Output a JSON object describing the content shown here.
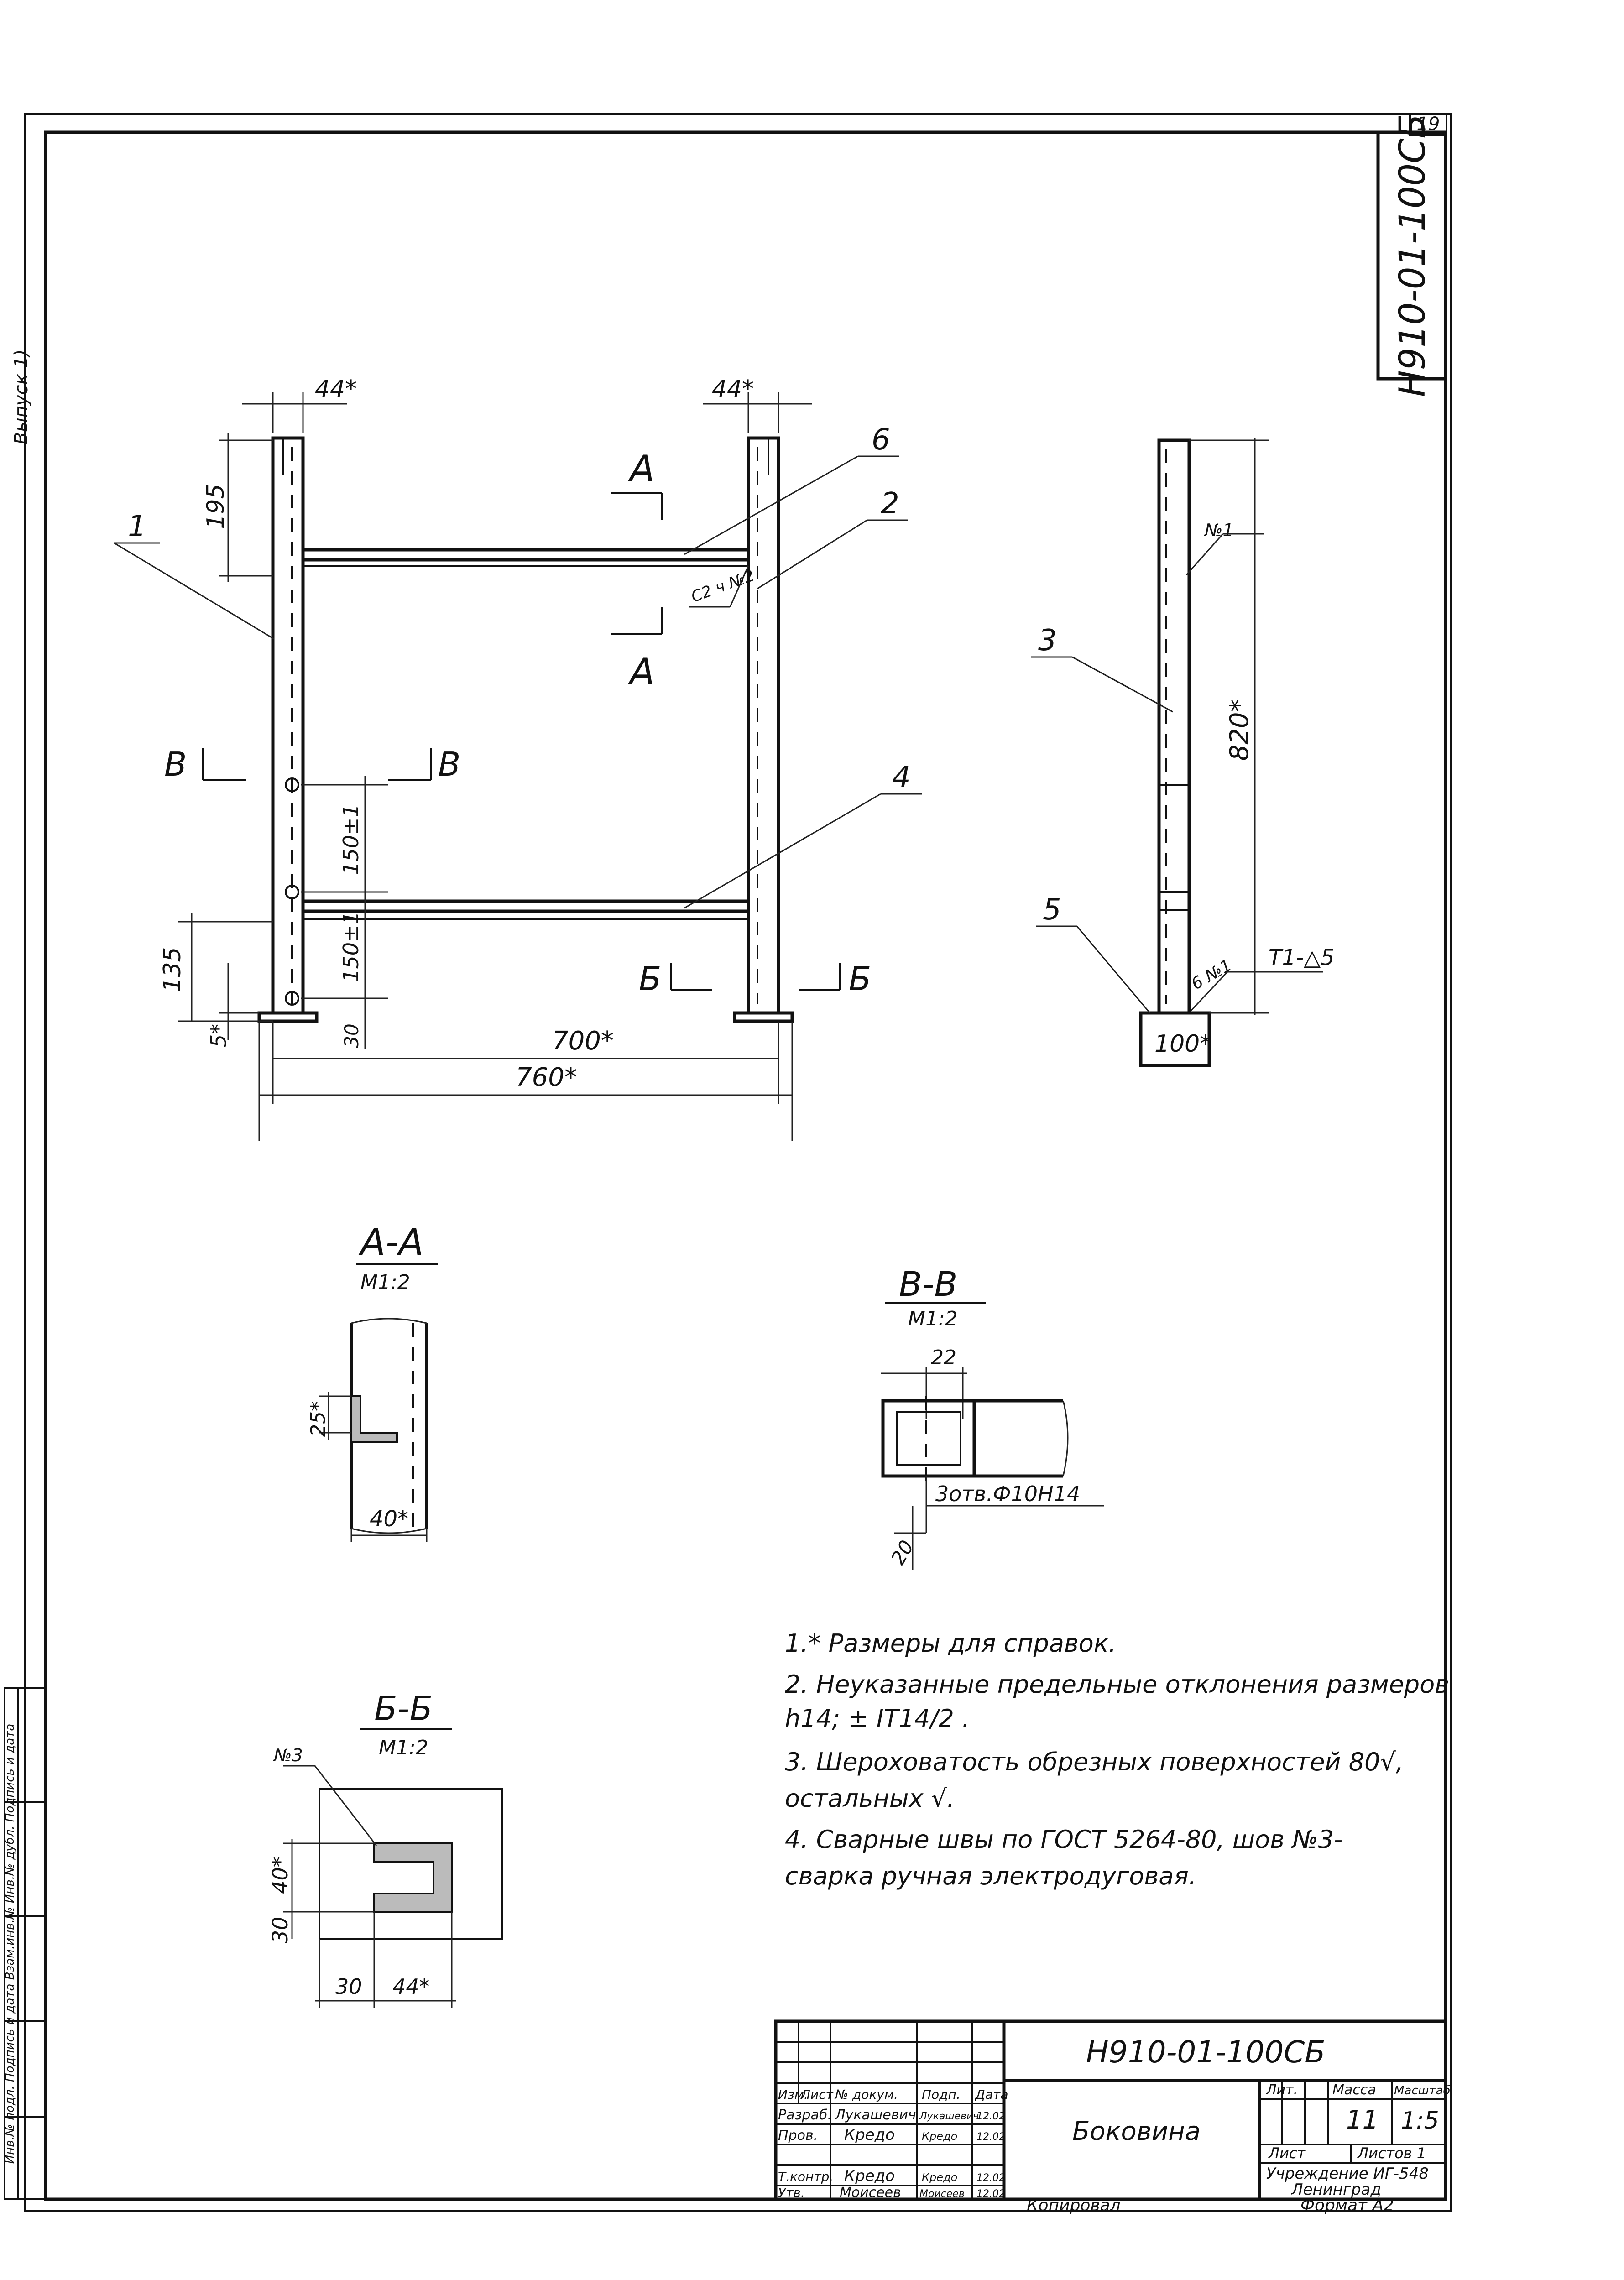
{
  "sheet": {
    "sheet_number": "19",
    "code": "Н910-01-100СБ",
    "issue_label": "Выпуск 1)"
  },
  "views": {
    "section_marks": {
      "a": "А",
      "v": "В",
      "b": "Б"
    },
    "position_labels": {
      "p1": "1",
      "p2": "2",
      "p3": "3",
      "p4": "4",
      "p5": "5",
      "p6": "6"
    },
    "dims": {
      "d44_left": "44*",
      "d44_right": "44*",
      "d195": "195",
      "d135": "135",
      "d5": "5*",
      "d150_upper": "150±1",
      "d150_lower": "150±1",
      "d30": "30",
      "d700": "700*",
      "d760": "760*",
      "d820": "820*",
      "d100": "100*"
    },
    "welds": {
      "w_c2": "С2 ч №2",
      "w_n1": "№1",
      "w_6": "6 №1",
      "w_t1": "Т1-△5"
    }
  },
  "sections": {
    "aa": {
      "title": "А-А",
      "scale": "М1:2",
      "dim_25": "25*",
      "dim_40": "40*"
    },
    "vv": {
      "title": "В-В",
      "scale": "М1:2",
      "dim_22": "22",
      "dim_20": "20",
      "holes": "3отв.Ф10Н14"
    },
    "bb": {
      "title": "Б-Б",
      "scale": "М1:2",
      "weld": "№3",
      "dim_40": "40*",
      "dim_30v": "30",
      "dim_30h": "30",
      "dim_44": "44*"
    }
  },
  "notes": [
    "1.* Размеры для справок.",
    "2. Неуказанные предельные отклонения размеров",
    "h14; ± IT14/2 .",
    "3. Шероховатость обрезных поверхностей 80√,",
    "остальных √.",
    "4. Сварные швы по ГОСТ 5264-80, шов №3-",
    "сварка ручная электродуговая."
  ],
  "title_block": {
    "code": "Н910-01-100СБ",
    "name": "Боковина",
    "headers": {
      "izm": "Изм.",
      "list": "Лист",
      "doc": "№ докум.",
      "sign": "Подп.",
      "date": "Дата"
    },
    "rows": [
      {
        "role": "Разраб.",
        "name": "Лукашевич",
        "sign": "Лукашевич",
        "date": "12.02"
      },
      {
        "role": "Пров.",
        "name": "Кредо",
        "sign": "Кредо",
        "date": "12.02"
      },
      {
        "role": "Т.контр.",
        "name": "Кредо",
        "sign": "Кредо",
        "date": "12.02"
      },
      {
        "role": "Утв.",
        "name": "Моисеев",
        "sign": "Моисеев",
        "date": "12.02"
      }
    ],
    "lit_label": "Лит.",
    "mass_label": "Масса",
    "scale_label": "Масштаб",
    "mass": "11",
    "scale": "1:5",
    "sheet_label": "Лист",
    "sheets_label": "Листов 1",
    "org": "Учреждение ИГ-548",
    "city": "Ленинград",
    "copied": "Копировал",
    "format": "Формат А2"
  },
  "side_stamp": "Инв.№ подл. Подпись и дата Взам.инв.№ Инв.№ дубл. Подпись и дата"
}
